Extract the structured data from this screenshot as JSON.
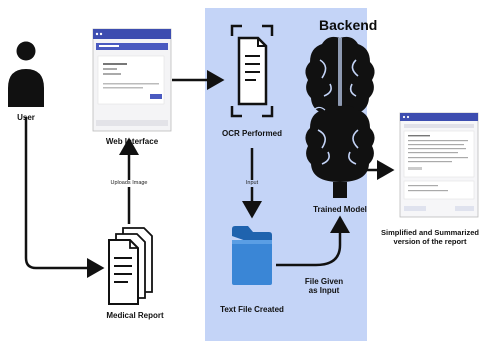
{
  "panel": {
    "title": "Backend",
    "color": "#c4d4f7"
  },
  "nodes": {
    "user": "User",
    "web_interface": "Web Interface",
    "ocr": "OCR Performed",
    "trained_model": "Trained Model",
    "text_file": "Text File Created",
    "medical_report": "Medical Report",
    "output_line1": "Simplified and Summarized",
    "output_line2": "version of the report"
  },
  "edges": {
    "uploads_image": "Uploads Image",
    "input": "Input",
    "file_given_line1": "File Given",
    "file_given_line2": "as Input"
  },
  "colors": {
    "window_bar": "#3d4db0",
    "folder": "#3a86d6",
    "ink": "#111111"
  }
}
